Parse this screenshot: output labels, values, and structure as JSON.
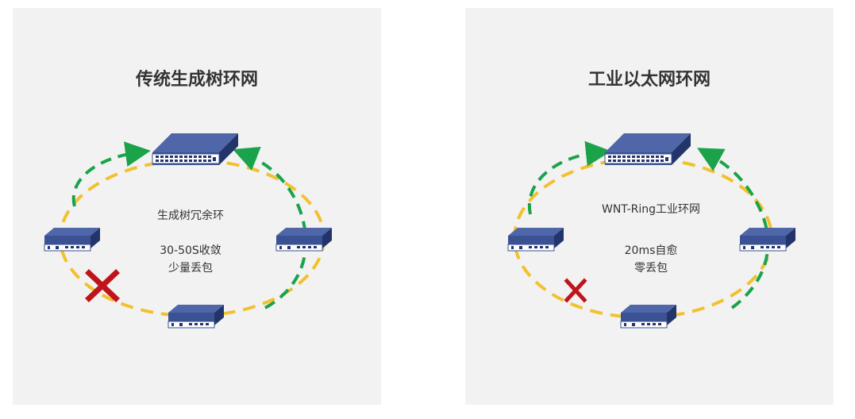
{
  "colors": {
    "panel_bg": "#f2f2f2",
    "ring_yellow": "#f2c12e",
    "arrow_green": "#1aa34a",
    "switch_face": "#3a5293",
    "switch_dark": "#22346a",
    "fail_red": "#c0141c"
  },
  "left": {
    "title": "传统生成树环网",
    "ring_label": "生成树冗余环",
    "convergence": "30-50S收敛",
    "loss": "少量丢包"
  },
  "right": {
    "title": "工业以太网环网",
    "ring_label": "WNT-Ring工业环网",
    "convergence": "20ms自愈",
    "loss": "零丢包"
  }
}
